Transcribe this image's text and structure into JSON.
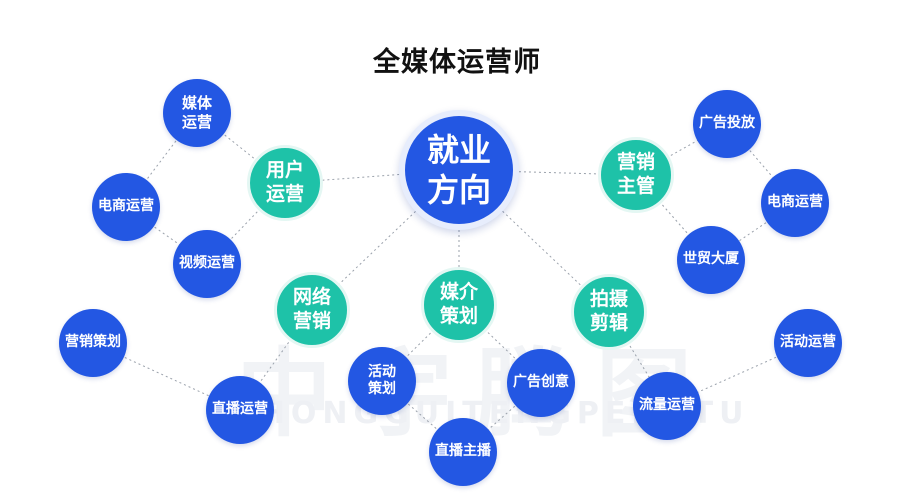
{
  "title": "全媒体运营师",
  "watermark": {
    "line1": "中宇腾图",
    "line2": "ZHONGGUITENGPENGTU"
  },
  "colors": {
    "primary": "#2357e3",
    "secondary": "#1ec2a8",
    "edge": "#9aa1ab"
  },
  "nodes": {
    "center": "就业\n方向",
    "user_ops": "用户\n运营",
    "marketing_mgr": "营销\n主管",
    "network_marketing": "网络\n营销",
    "media_planning": "媒介\n策划",
    "photo_editing": "拍摄\n剪辑",
    "media_ops": "媒体\n运营",
    "ecom_ops_left": "电商运营",
    "video_ops": "视频运营",
    "ad_delivery": "广告投放",
    "ecom_ops_right": "电商运营",
    "wtc": "世贸大厦",
    "marketing_planning": "营销策划",
    "live_ops": "直播运营",
    "event_planning": "活动\n策划",
    "ad_creative": "广告创意",
    "live_host": "直播主播",
    "traffic_ops": "流量运营",
    "event_ops": "活动运营"
  }
}
